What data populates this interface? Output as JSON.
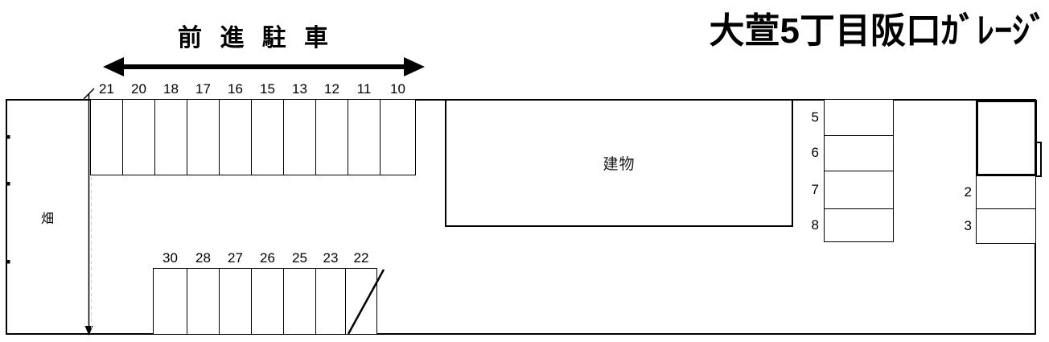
{
  "title": "大萱5丁目阪口ｶﾞﾚｰｼﾞ",
  "direction_note": {
    "label": "前 進 駐 車",
    "meaning": "forward parking",
    "arrow": "double-headed-horizontal"
  },
  "field_label": "畑",
  "building_label": "建物",
  "top_row_spaces": [
    "21",
    "20",
    "18",
    "17",
    "16",
    "15",
    "13",
    "12",
    "11",
    "10"
  ],
  "bottom_row_spaces": [
    "30",
    "28",
    "27",
    "26",
    "25",
    "23",
    "22"
  ],
  "right_column_spaces": [
    "5",
    "6",
    "7",
    "8"
  ],
  "far_right_spaces": [
    "2",
    "3"
  ],
  "crossed_out_space": "22",
  "colors": {
    "line": "#000000",
    "background": "#ffffff",
    "text": "#000000",
    "faint_line": "#c8c8c8"
  }
}
